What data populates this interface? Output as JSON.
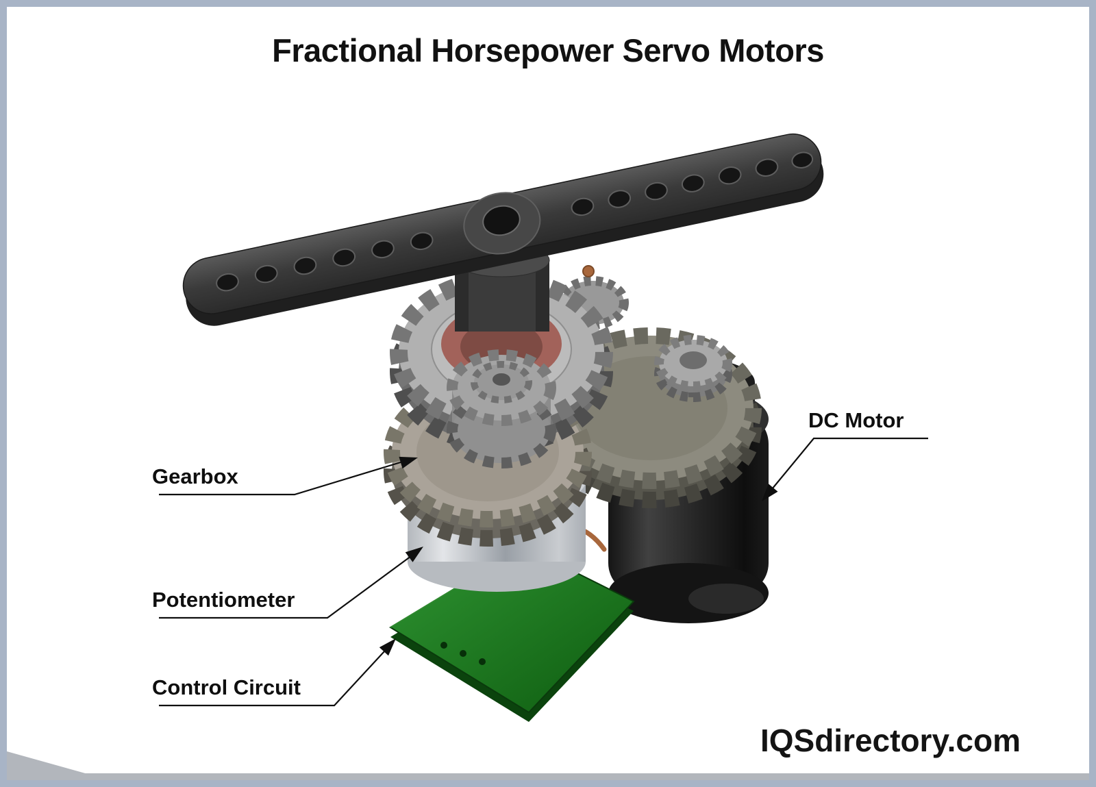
{
  "title": "Fractional Horsepower Servo Motors",
  "watermark": "IQSdirectory.com",
  "labels": {
    "gearbox": "Gearbox",
    "potentiometer": "Potentiometer",
    "control_circuit": "Control Circuit",
    "dc_motor": "DC Motor"
  },
  "illustration": {
    "subject": "Exploded CAD view of a fractional horsepower servo motor",
    "parts": [
      "servo-horn",
      "gear-train",
      "gearbox",
      "potentiometer",
      "control-circuit-board",
      "dc-motor"
    ]
  },
  "colors": {
    "frame_border": "#a8b4c6",
    "gear_gray": "#b1b1b1",
    "gearbox_gray": "#aaa399",
    "motor_black": "#1c1c1c",
    "pcb_green": "#1f7f1f",
    "copper": "#a8673c",
    "bushing_red": "#a2625a",
    "line_black": "#0f0f0f"
  }
}
